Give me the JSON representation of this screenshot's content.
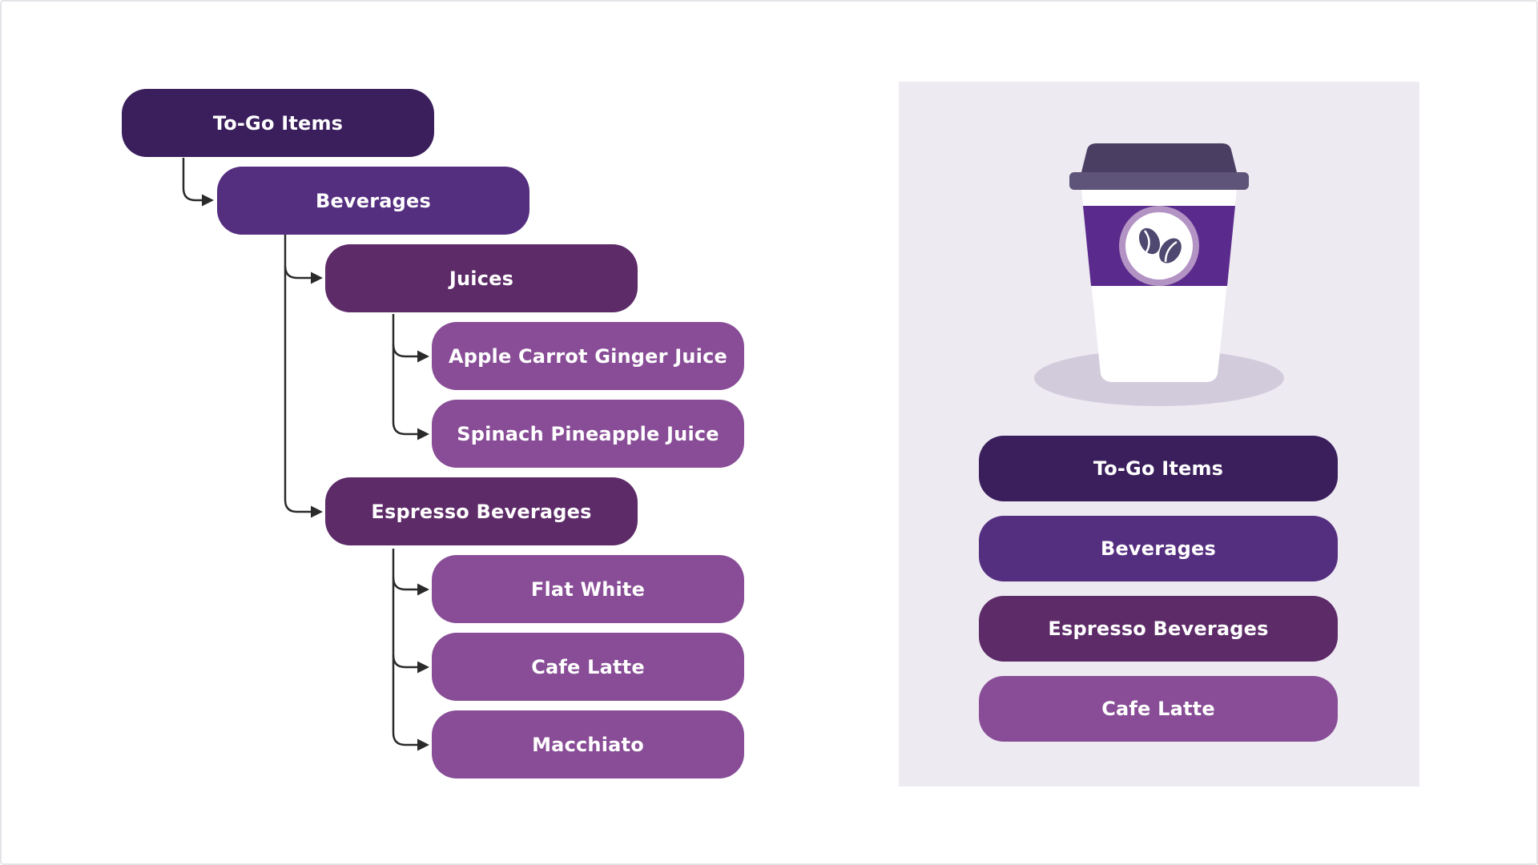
{
  "colors": {
    "level1": "#3a1f5c",
    "level2": "#542e7f",
    "level3": "#5d2b68",
    "level4": "#884d96",
    "connector": "#2a2a2a",
    "panel_bg": "#edeaf2"
  },
  "tree": {
    "root": "To-Go Items",
    "beverages": "Beverages",
    "juices": "Juices",
    "juice_items": [
      "Apple Carrot Ginger Juice",
      "Spinach Pineapple Juice"
    ],
    "espresso": "Espresso Beverages",
    "espresso_items": [
      "Flat White",
      "Cafe Latte",
      "Macchiato"
    ]
  },
  "path": {
    "items": [
      "To-Go Items",
      "Beverages",
      "Espresso Beverages",
      "Cafe Latte"
    ]
  },
  "illustration": {
    "icon": "coffee-cup-icon",
    "badge_icon": "coffee-beans-icon"
  }
}
